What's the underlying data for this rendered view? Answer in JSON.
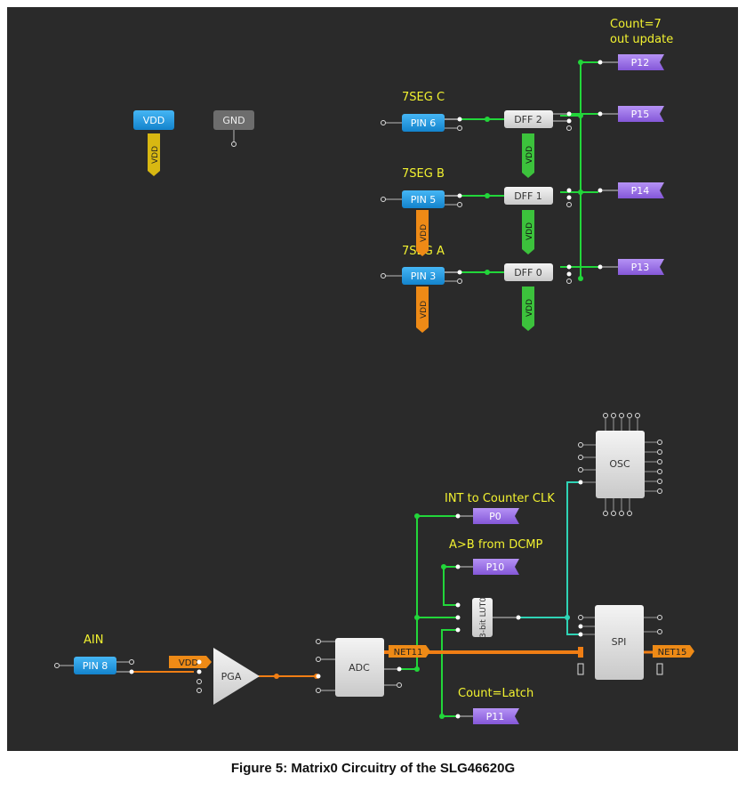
{
  "caption": "Figure 5: Matrix0 Circuitry of the SLG46620G",
  "colors": {
    "background": "#2a2a2a",
    "wire_green": "#22d63a",
    "wire_teal": "#2fd3b5",
    "wire_orange": "#f07e14",
    "pin_blue": "#1f9ee8",
    "port_purple": "#9b72e8",
    "vdd_yellow": "#d8b812",
    "vdd_orange": "#ee8a16",
    "vdd_green": "#3cc23c",
    "label_yellow": "#f2f230",
    "gnd_gray": "#6d6d6d",
    "block_light": "#e6e6e6"
  },
  "labels": {
    "count7": "Count=7",
    "out_update": "out update",
    "seg_c": "7SEG C",
    "seg_b": "7SEG B",
    "seg_a": "7SEG A",
    "ain": "AIN",
    "int_counter": "INT to Counter CLK",
    "a_gt_b": "A>B from DCMP",
    "count_latch": "Count=Latch"
  },
  "blocks": {
    "vdd_top": "VDD",
    "gnd": "GND",
    "pin6": "PIN 6",
    "pin5": "PIN 5",
    "pin3": "PIN 3",
    "pin8": "PIN 8",
    "dff2": "DFF 2",
    "dff1": "DFF 1",
    "dff0": "DFF 0",
    "pga": "PGA",
    "adc": "ADC",
    "osc": "OSC",
    "spi": "SPI",
    "lut0": "3-bit LUT0"
  },
  "tags": {
    "vdd": "VDD",
    "net11": "NET11",
    "net15": "NET15"
  },
  "ports": {
    "p12": "P12",
    "p15": "P15",
    "p14": "P14",
    "p13": "P13",
    "p0": "P0",
    "p10": "P10",
    "p11": "P11"
  }
}
